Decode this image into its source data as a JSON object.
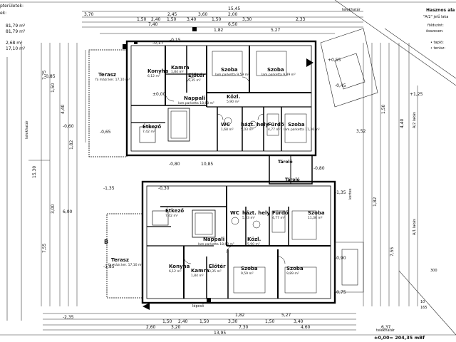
{
  "left_legend": {
    "header": "pterületek:",
    "line2": "ek:",
    "area1": "81,79 m²",
    "area2": "81,79 m²",
    "area3": "2,68 m²",
    "area4": "17,10 m²"
  },
  "right_panel": {
    "title": "Hasznos ala",
    "note": "\"A/2\" jelű laka",
    "label1": "földszint:",
    "label2": "összesen:",
    "item1": "• tapló:",
    "item2": "• tenisz:"
  },
  "labels": {
    "telekhatar": "telekhatár",
    "kertes": "kertes",
    "elevation": "±0,00= 204,35 mBf",
    "lakas": "A/1 lakás",
    "lakas2": "A/2 lakás"
  },
  "rooms_upper": {
    "terasz": "Terasz",
    "terasz_sub": "fa mázr.ker. 17,10 m²",
    "konyha": "Konyha",
    "konyha_sub": "6,12 m²",
    "kamra": "Kamra",
    "kamra_sub": "1,84 m²",
    "eloter": "Előtér",
    "eloter_sub": "3,35 m²",
    "szoba1": "Szoba",
    "szoba1_sub": "lam.parketta 9,59 m²",
    "szoba2": "Szoba",
    "szoba2_sub": "lam.parketta 9,89 m²",
    "nappali": "Nappali",
    "nappali_sub": "lam.parketta 18,68 m²",
    "kozl": "Közl.",
    "kozl_sub": "5,90 m²",
    "etkezo": "Étkező",
    "etkezo_sub": "7,42 m²",
    "wc": "WC",
    "wc_sub": "1,68 m²",
    "hazt": "házt. hely",
    "hazt_sub": "5,03 m²",
    "furdo": "Fürdő",
    "furdo_sub": "4,77 m²",
    "szoba3": "Szoba",
    "szoba3_sub": "lam.parketta 11,36 m²"
  },
  "rooms_lower": {
    "etkezo": "Étkező",
    "etkezo_sub": "7,42 m²",
    "wc": "WC",
    "hazt": "házt. hely",
    "hazt_sub": "5,03 m²",
    "furdo": "Fürdő",
    "furdo_sub": "4,77 m²",
    "szoba1": "Szoba",
    "szoba1_sub": "11,36 m²",
    "nappali": "Nappali",
    "nappali_sub": "lam.parketta 18,68 m²",
    "kozl": "Közl.",
    "kozl_sub": "5,90 m²",
    "terasz": "Terasz",
    "terasz_sub": "fa mázr.ker. 17,10 m²",
    "konyha": "Konyha",
    "konyha_sub": "6,12 m²",
    "kamra": "Kamra",
    "kamra_sub": "1,84 m²",
    "eloter": "Előtér",
    "eloter_sub": "3,35 m²",
    "szoba2": "Szoba",
    "szoba2_sub": "9,59 m²",
    "szoba3": "Szoba",
    "szoba3_sub": "9,89 m²"
  },
  "dims_top": {
    "d1": "15,45",
    "d2": "3,70",
    "d3": "2,45",
    "d4": "3,60",
    "d5": "2,00",
    "d6": "1,50",
    "d7": "2,40",
    "d8": "1,50",
    "d9": "3,40",
    "d10": "1,50",
    "d11": "3,30",
    "d12": "6,50",
    "d13": "7,40",
    "d14": "1,82",
    "d15": "2,33",
    "d16": "5,27"
  },
  "dims_bottom": {
    "d1": "13,95",
    "d2": "7,30",
    "d3": "3,20",
    "d4": "2,60",
    "d5": "4,60",
    "d6": "1,50",
    "d7": "2,40",
    "d8": "1,50",
    "d9": "3,30",
    "d10": "1,50",
    "d11": "3,40",
    "d12": "6,37",
    "d13": "5,27",
    "d14": "1,82"
  },
  "levels": {
    "l1": "-0,15",
    "l2": "-0,45",
    "l3": "-0,65",
    "l4": "-0,80",
    "l5": "-0,80",
    "l6": "-1,35",
    "l7": "-1,35",
    "l8": "-1,85",
    "l9": "-2,35",
    "l10": "-0,90",
    "l11": "+0,55",
    "l12": "+1,25",
    "l13": "-0,75",
    "l14": "-0,60",
    "l15": "±0,00",
    "l16": "-0,30",
    "l17": "-0,17",
    "l18": "-0,85"
  },
  "side_dims": {
    "s1": "7,75",
    "s2": "1,50",
    "s3": "4,40",
    "s4": "1,82",
    "s5": "7,55",
    "s6": "3,00",
    "s7": "15,30",
    "s8": "6,00",
    "s9": "10,85",
    "s10": "3,52",
    "s11": "1,82",
    "s12": "7,55",
    "s13": "1,50",
    "s14": "4,40"
  },
  "misc": {
    "tarolo": "Tároló",
    "tarolo2": "Tároló",
    "lepcso": "lépcső",
    "b_mark": "B",
    "num1": "300",
    "num2": "165",
    "num3": "10"
  }
}
